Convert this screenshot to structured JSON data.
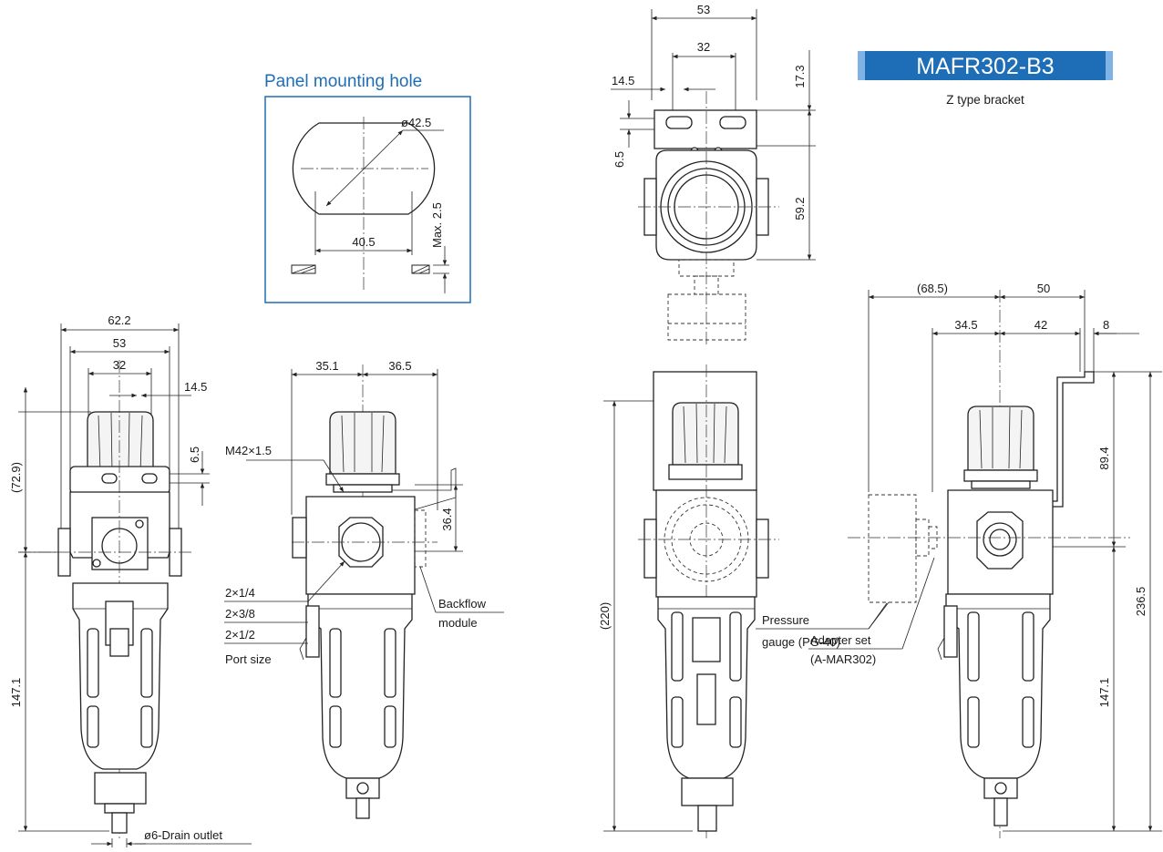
{
  "model_badge": "MAFR302-B3",
  "bracket_caption": "Z type bracket",
  "panel": {
    "title": "Panel mounting hole",
    "dia": "ø42.5",
    "width": "40.5",
    "thickness": "Max. 2.5"
  },
  "front": {
    "w1": "62.2",
    "w2": "53",
    "w3": "32",
    "w4": "14.5",
    "w5": "6.5",
    "h_top": "(72.9)",
    "h_bot": "147.1",
    "drain": "ø6-Drain outlet"
  },
  "side": {
    "w_left": "35.1",
    "w_right": "36.5",
    "h_mod": "36.4",
    "thread": "M42×1.5",
    "ports": [
      "2×1/4",
      "2×3/8",
      "2×1/2"
    ],
    "port_label": "Port size",
    "backflow": [
      "Backflow",
      "module"
    ]
  },
  "top": {
    "w1": "53",
    "w2": "32",
    "w3": "14.5",
    "h1": "17.3",
    "h2": "6.5",
    "h3": "59.2"
  },
  "right": {
    "w_left": "(68.5)",
    "w_right": "50",
    "w_a": "34.5",
    "w_b": "42",
    "w_c": "8",
    "h_top": "89.4",
    "h_total": "236.5",
    "h_bot": "147.1",
    "h_all": "(220)",
    "gauge": [
      "Pressure",
      "gauge (PG-40)"
    ],
    "adapter": [
      "Adapter set",
      "(A-MAR302)"
    ]
  },
  "colors": {
    "badge_bg": "#1d6eb6",
    "badge_edge": "#7fb2e5",
    "title_blue": "#1d6eb6"
  }
}
